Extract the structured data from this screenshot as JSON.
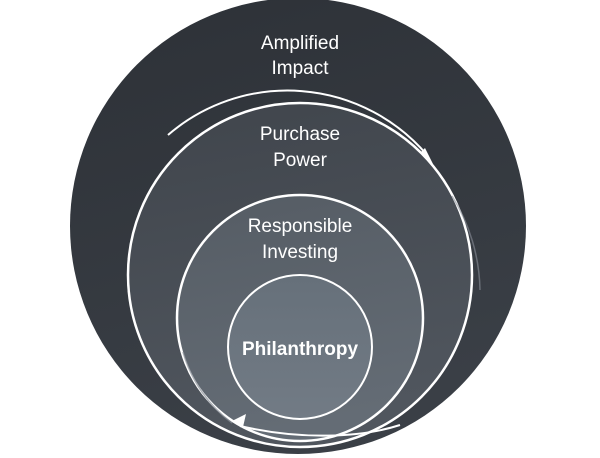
{
  "diagram": {
    "rings": [
      {
        "id": "outer",
        "line1": "Amplified",
        "line2": "Impact"
      },
      {
        "id": "second",
        "line1": "Purchase",
        "line2": "Power"
      },
      {
        "id": "third",
        "line1": "Responsible",
        "line2": "Investing"
      },
      {
        "id": "core",
        "line1": "Philanthropy"
      }
    ]
  },
  "colors": {
    "outer_dark": "#2c3036",
    "outer_light": "#454a52",
    "second_dark": "#3a3f45",
    "second_light": "#555b63",
    "third_dark": "#4d545c",
    "third_light": "#67707a",
    "core": "#6d7680",
    "stroke": "#ffffff"
  }
}
